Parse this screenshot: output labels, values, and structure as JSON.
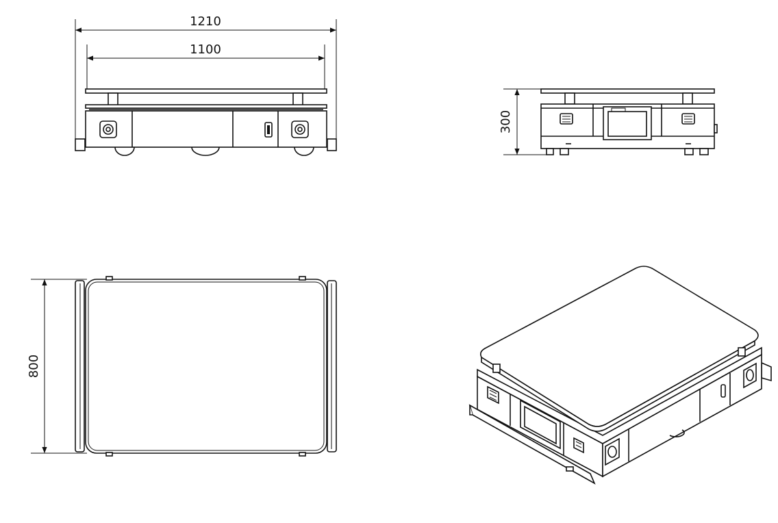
{
  "dimensions": {
    "overall_width": "1210",
    "deck_width": "1100",
    "height": "300",
    "depth": "800"
  },
  "colors": {
    "line": "#111111",
    "background": "#ffffff"
  }
}
